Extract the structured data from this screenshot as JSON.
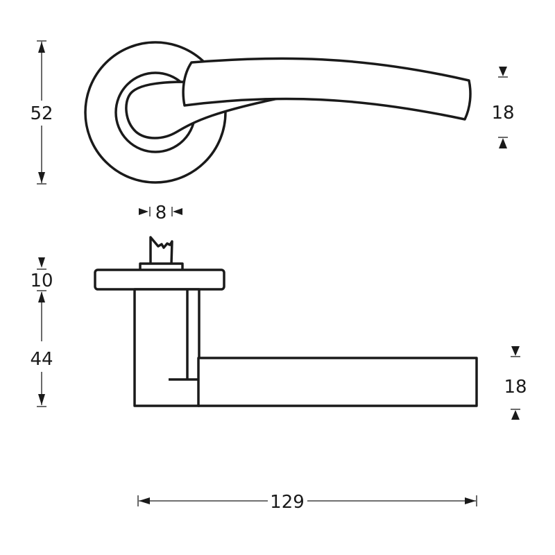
{
  "diagram": {
    "title": "Door lever handle on round rose - dimension drawing",
    "units": "mm",
    "colors": {
      "stroke": "#1a1a1a",
      "background": "#ffffff"
    },
    "top_view": {
      "rose_height_label": "52",
      "lever_thickness_label": "18"
    },
    "side_view": {
      "spindle_width_label": "8",
      "rose_thickness_label": "10",
      "projection_label": "44",
      "lever_height_label": "18",
      "lever_length_label": "129"
    }
  }
}
